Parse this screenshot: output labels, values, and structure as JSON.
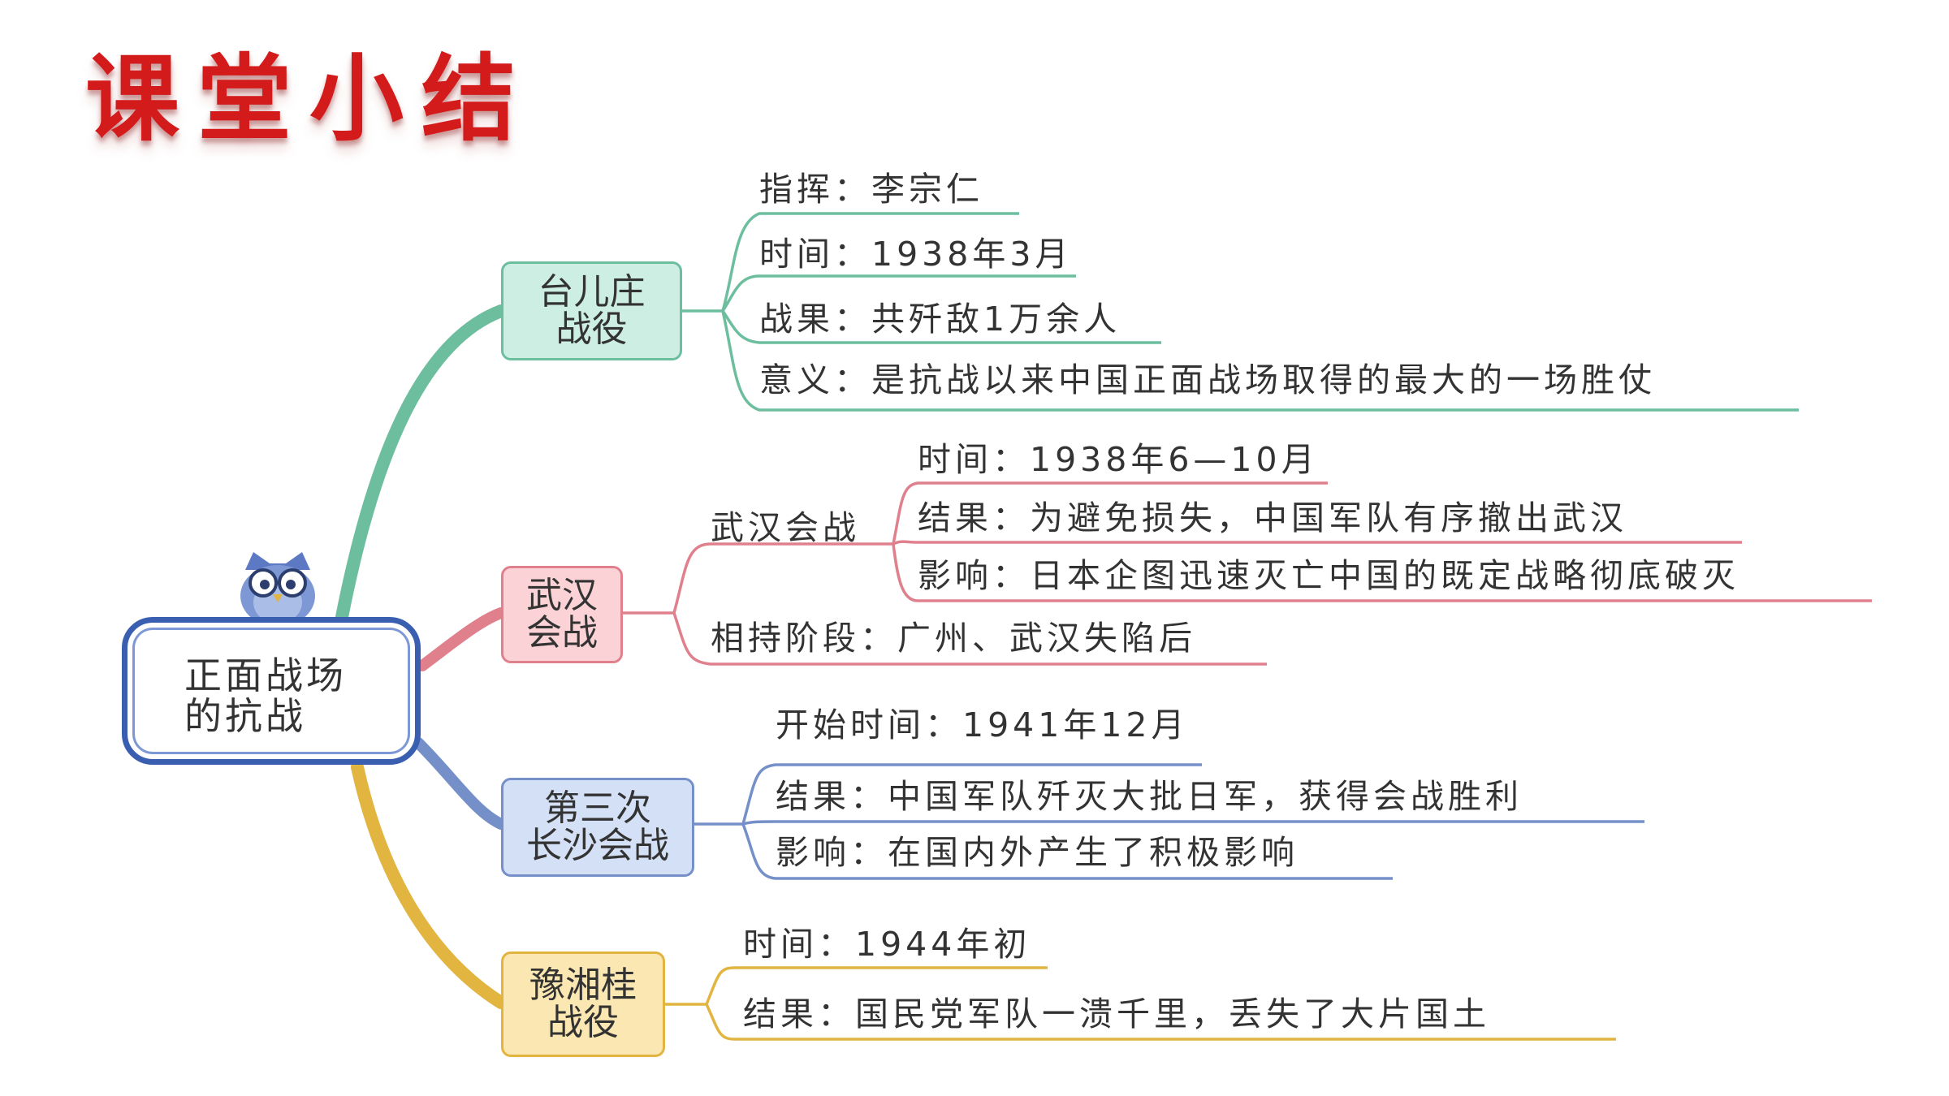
{
  "title": "课堂小结",
  "root": {
    "line1": "正面战场",
    "line2": "的抗战"
  },
  "branches": {
    "taierzhuang": {
      "line1": "台儿庄",
      "line2": "战役",
      "items": [
        "指挥：李宗仁",
        "时间：1938年3月",
        "战果：共歼敌1万余人",
        "意义：是抗战以来中国正面战场取得的最大的一场胜仗"
      ]
    },
    "wuhan": {
      "line1": "武汉",
      "line2": "会战",
      "sub_label": "武汉会战",
      "sub_items": [
        "时间：1938年6—10月",
        "结果：为避免损失，中国军队有序撤出武汉",
        "影响：日本企图迅速灭亡中国的既定战略彻底破灭"
      ],
      "stalemate": "相持阶段：广州、武汉失陷后"
    },
    "changsha": {
      "line1": "第三次",
      "line2": "长沙会战",
      "items": [
        "开始时间：1941年12月",
        "结果：中国军队歼灭大批日军，获得会战胜利",
        "影响：在国内外产生了积极影响"
      ]
    },
    "yuxianggui": {
      "line1": "豫湘桂",
      "line2": "战役",
      "items": [
        "时间：1944年初",
        "结果：国民党军队一溃千里，丢失了大片国土"
      ]
    }
  },
  "colors": {
    "green": "#6dbe9f",
    "red": "#e0808d",
    "blue": "#7590c8",
    "yellow": "#e2b440",
    "title": "#d41b1b",
    "root_border": "#3a5fb0"
  },
  "icons": {
    "mascot": "owl-with-glasses-icon"
  }
}
